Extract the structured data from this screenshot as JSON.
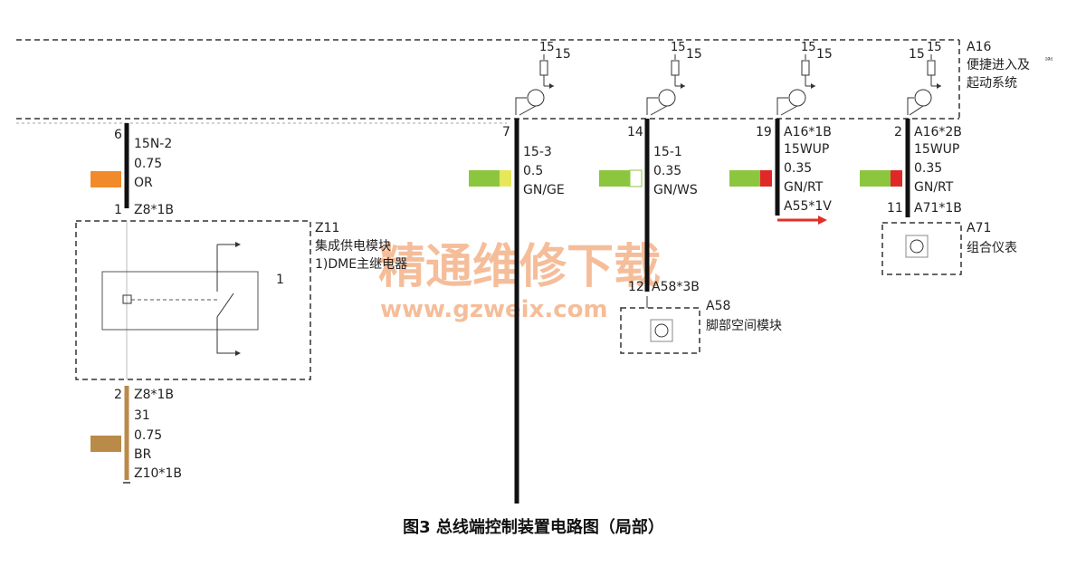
{
  "top_module": {
    "id": "A16",
    "name_line1": "便捷进入及",
    "name_line2": "起动系统",
    "supply": "15"
  },
  "branch_z11": {
    "pin_top": "6",
    "wire_code": "15N-2",
    "size": "0.75",
    "color_code": "OR",
    "connector_top_pin": "1",
    "connector_top": "Z8*1B",
    "module_id": "Z11",
    "module_name": "集成供电模块",
    "module_sub": "1)DME主继电器",
    "relay_pin": "1",
    "connector_bottom_pin": "2",
    "connector_bottom": "Z8*1B",
    "bottom_wire_code": "31",
    "bottom_size": "0.75",
    "bottom_color_code": "BR",
    "ground_connector": "Z10*1B"
  },
  "branch_7": {
    "pin": "7",
    "wire_code": "15-3",
    "size": "0.5",
    "color_code": "GN/GE"
  },
  "branch_14": {
    "pin": "14",
    "wire_code": "15-1",
    "size": "0.35",
    "color_code": "GN/WS",
    "connector_pin": "12",
    "connector": "A58*3B",
    "module_id": "A58",
    "module_name": "脚部空间模块"
  },
  "branch_19": {
    "pin": "19",
    "connector": "A16*1B",
    "wire_code": "15WUP",
    "size": "0.35",
    "color_code": "GN/RT",
    "dest_connector": "A55*1V"
  },
  "branch_2": {
    "pin": "2",
    "connector": "A16*2B",
    "wire_code": "15WUP",
    "size": "0.35",
    "color_code": "GN/RT",
    "dest_pin": "11",
    "dest_connector": "A71*1B",
    "module_id": "A71",
    "module_name": "组合仪表"
  },
  "watermark": {
    "line1": "精通维修下载",
    "line2": "www.gzweix.com"
  },
  "caption": "图3  总线端控制装置电路图（局部）",
  "colors": {
    "orange": "#f08a2a",
    "green": "#8cc63f",
    "yellow": "#e6e85a",
    "white": "#ffffff",
    "red": "#e02828",
    "brown": "#b98a48",
    "arrow_red": "#e0302a"
  }
}
